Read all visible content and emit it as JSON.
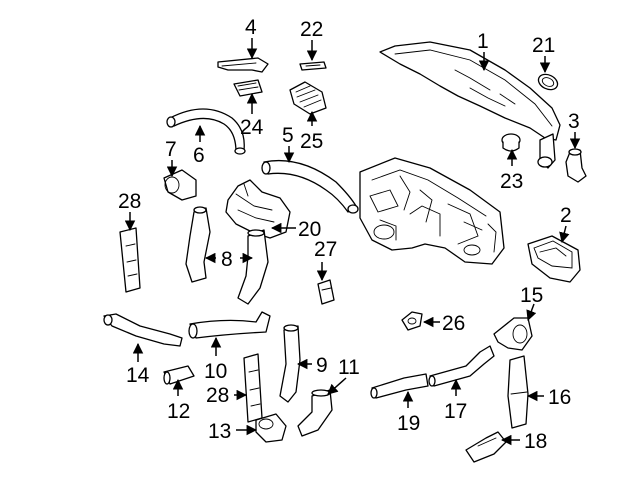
{
  "colors": {
    "line": "#000000",
    "background": "#ffffff"
  },
  "callouts": [
    {
      "id": "c1",
      "text": "1"
    },
    {
      "id": "c2",
      "text": "2"
    },
    {
      "id": "c3",
      "text": "3"
    },
    {
      "id": "c4",
      "text": "4"
    },
    {
      "id": "c5",
      "text": "5"
    },
    {
      "id": "c6",
      "text": "6"
    },
    {
      "id": "c7",
      "text": "7"
    },
    {
      "id": "c8",
      "text": "8"
    },
    {
      "id": "c9",
      "text": "9"
    },
    {
      "id": "c10",
      "text": "10"
    },
    {
      "id": "c11",
      "text": "11"
    },
    {
      "id": "c12",
      "text": "12"
    },
    {
      "id": "c13",
      "text": "13"
    },
    {
      "id": "c14",
      "text": "14"
    },
    {
      "id": "c15",
      "text": "15"
    },
    {
      "id": "c16",
      "text": "16"
    },
    {
      "id": "c17",
      "text": "17"
    },
    {
      "id": "c18",
      "text": "18"
    },
    {
      "id": "c19",
      "text": "19"
    },
    {
      "id": "c20",
      "text": "20"
    },
    {
      "id": "c21",
      "text": "21"
    },
    {
      "id": "c22",
      "text": "22"
    },
    {
      "id": "c23",
      "text": "23"
    },
    {
      "id": "c24",
      "text": "24"
    },
    {
      "id": "c25",
      "text": "25"
    },
    {
      "id": "c26",
      "text": "26"
    },
    {
      "id": "c27",
      "text": "27"
    },
    {
      "id": "c28a",
      "text": "28"
    },
    {
      "id": "c28b",
      "text": "28"
    }
  ]
}
